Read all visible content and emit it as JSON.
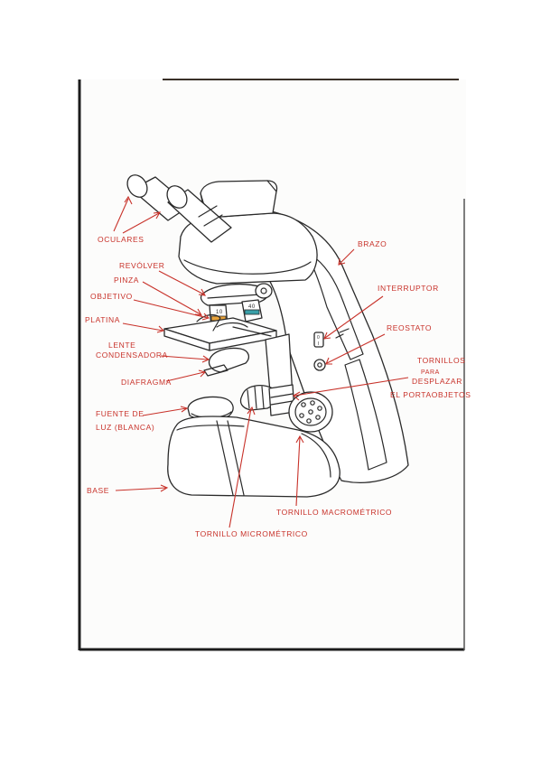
{
  "colors": {
    "label_red": "#c8322a",
    "ink": "#2a2a2a",
    "paper": "#fcfcfb",
    "paper_edge": "#1c1c1c",
    "lens_orange": "#e8a23a",
    "lens_teal": "#3a9fa8"
  },
  "diagram": {
    "labels": {
      "oculares": "OCULARES",
      "revolver": "REVÓLVER",
      "pinza": "PINZA",
      "objetivo": "OBJETIVO",
      "platina": "PLATINA",
      "lente_line1": "LENTE",
      "lente_line2": "CONDENSADORA",
      "diafragma": "DIAFRAGMA",
      "fuente_line1": "FUENTE DE",
      "fuente_line2": "LUZ (BLANCA)",
      "base": "BASE",
      "brazo": "BRAZO",
      "interruptor": "INTERRUPTOR",
      "reostato": "REOSTATO",
      "tornillos_line1": "TORNILLOS",
      "tornillos_line2": "PARA",
      "tornillos_line3": "DESPLAZAR",
      "tornillos_line4": "EL PORTAOBJETOS",
      "macrometrico": "TORNILLO MACROMÉTRICO",
      "micrometrico": "TORNILLO MICROMÉTRICO"
    },
    "objective_marks": [
      "10",
      "40"
    ],
    "switch_marks": [
      "0",
      "I"
    ]
  }
}
